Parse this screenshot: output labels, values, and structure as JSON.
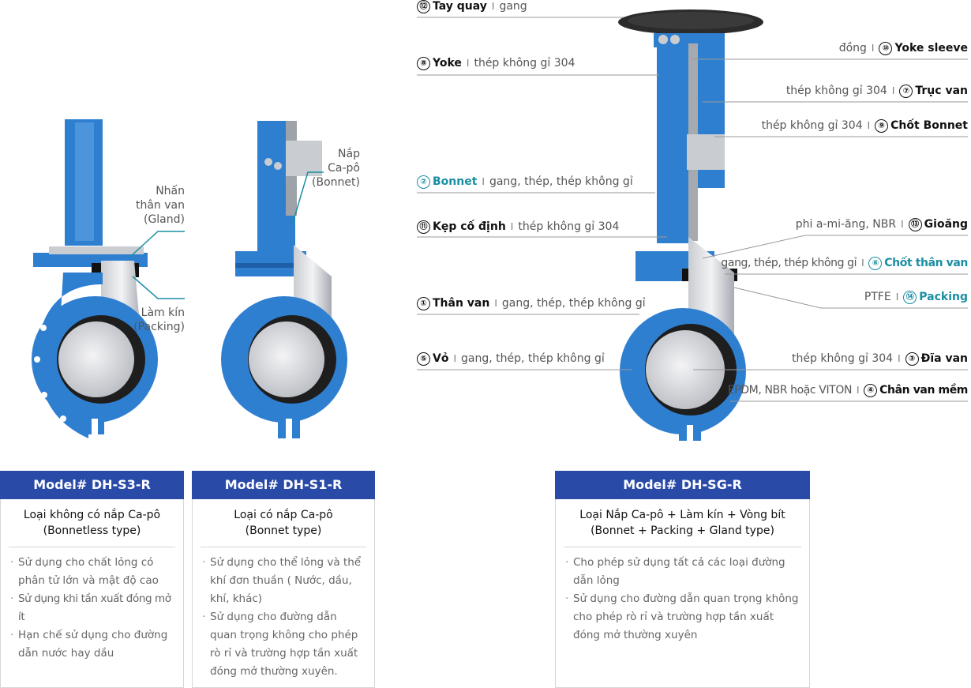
{
  "left_valves": {
    "s3_callouts": {
      "gland": "Nhấn\nthân van\n(Gland)",
      "packing": "Làm kín\n(Packing)"
    },
    "s1_callouts": {
      "bonnet": "Nắp\nCa-pô\n(Bonnet)"
    }
  },
  "parts": [
    {
      "num": "⑫",
      "name": "Tay quay",
      "material": "gang",
      "side": "left"
    },
    {
      "num": "⑧",
      "name": "Yoke",
      "material": "thép không gỉ 304",
      "side": "left"
    },
    {
      "num": "②",
      "name": "Bonnet",
      "material": "gang, thép, thép không gỉ",
      "side": "left",
      "accent": true
    },
    {
      "num": "⑪",
      "name": "Kẹp cố định",
      "material": "thép không gỉ 304",
      "side": "left"
    },
    {
      "num": "①",
      "name": "Thân van",
      "material": "gang, thép, thép không gỉ",
      "side": "left"
    },
    {
      "num": "⑤",
      "name": "Vỏ",
      "material": "gang, thép, thép không gỉ",
      "side": "left"
    },
    {
      "num": "⑩",
      "name": "Yoke sleeve",
      "material": "đồng",
      "side": "right"
    },
    {
      "num": "⑦",
      "name": "Trục van",
      "material": "thép không gỉ 304",
      "side": "right"
    },
    {
      "num": "⑨",
      "name": "Chốt Bonnet",
      "material": "thép không gỉ 304",
      "side": "right"
    },
    {
      "num": "⑬",
      "name": "Gioăng",
      "material": "phi a-mi-ăng, NBR",
      "side": "right"
    },
    {
      "num": "⑥",
      "name": "Chốt thân van",
      "material": "gang, thép, thép không gỉ",
      "side": "right",
      "accent": true
    },
    {
      "num": "⑭",
      "name": "Packing",
      "material": "PTFE",
      "side": "right",
      "accent": true
    },
    {
      "num": "③",
      "name": "Đĩa van",
      "material": "thép không gỉ 304",
      "side": "right"
    },
    {
      "num": "④",
      "name": "Chân van mềm",
      "material": "EPDM, NBR hoặc VITON",
      "side": "right"
    }
  ],
  "models": [
    {
      "model": "Model# DH-S3-R",
      "type": "Loại không có nắp Ca-pô\n(Bonnetless type)",
      "bullets": [
        "Sử dụng cho chất lỏng có phân tử lớn và mật độ cao",
        "Sử dụng khi tần xuất đóng mở ít",
        "Hạn chế sử dụng cho đường dẫn nước hay dầu"
      ]
    },
    {
      "model": "Model# DH-S1-R",
      "type": "Loại có nắp Ca-pô\n(Bonnet type)",
      "bullets": [
        "Sử dụng cho thể lỏng và thể khí đơn thuần ( Nước, dầu, khí, khác)",
        "Sử dụng cho đường dẫn quan trọng không cho phép rò rỉ và trường hợp tần xuất đóng mở thường xuyên."
      ]
    },
    {
      "model": "Model# DH-SG-R",
      "type": "Loại Nắp Ca-pô + Làm kín + Vòng bít\n(Bonnet + Packing + Gland type)",
      "bullets": [
        "Cho phép sử dụng tất cả các loại đường dẫn lỏng",
        "Sử dụng cho đường dẫn quan trọng không cho phép rò rỉ và trường hợp tần xuất đóng mở thường xuyên"
      ]
    }
  ],
  "colors": {
    "valve_blue": "#2f7fd1",
    "header_blue": "#2a4aa8",
    "accent_teal": "#1a8fa3"
  }
}
